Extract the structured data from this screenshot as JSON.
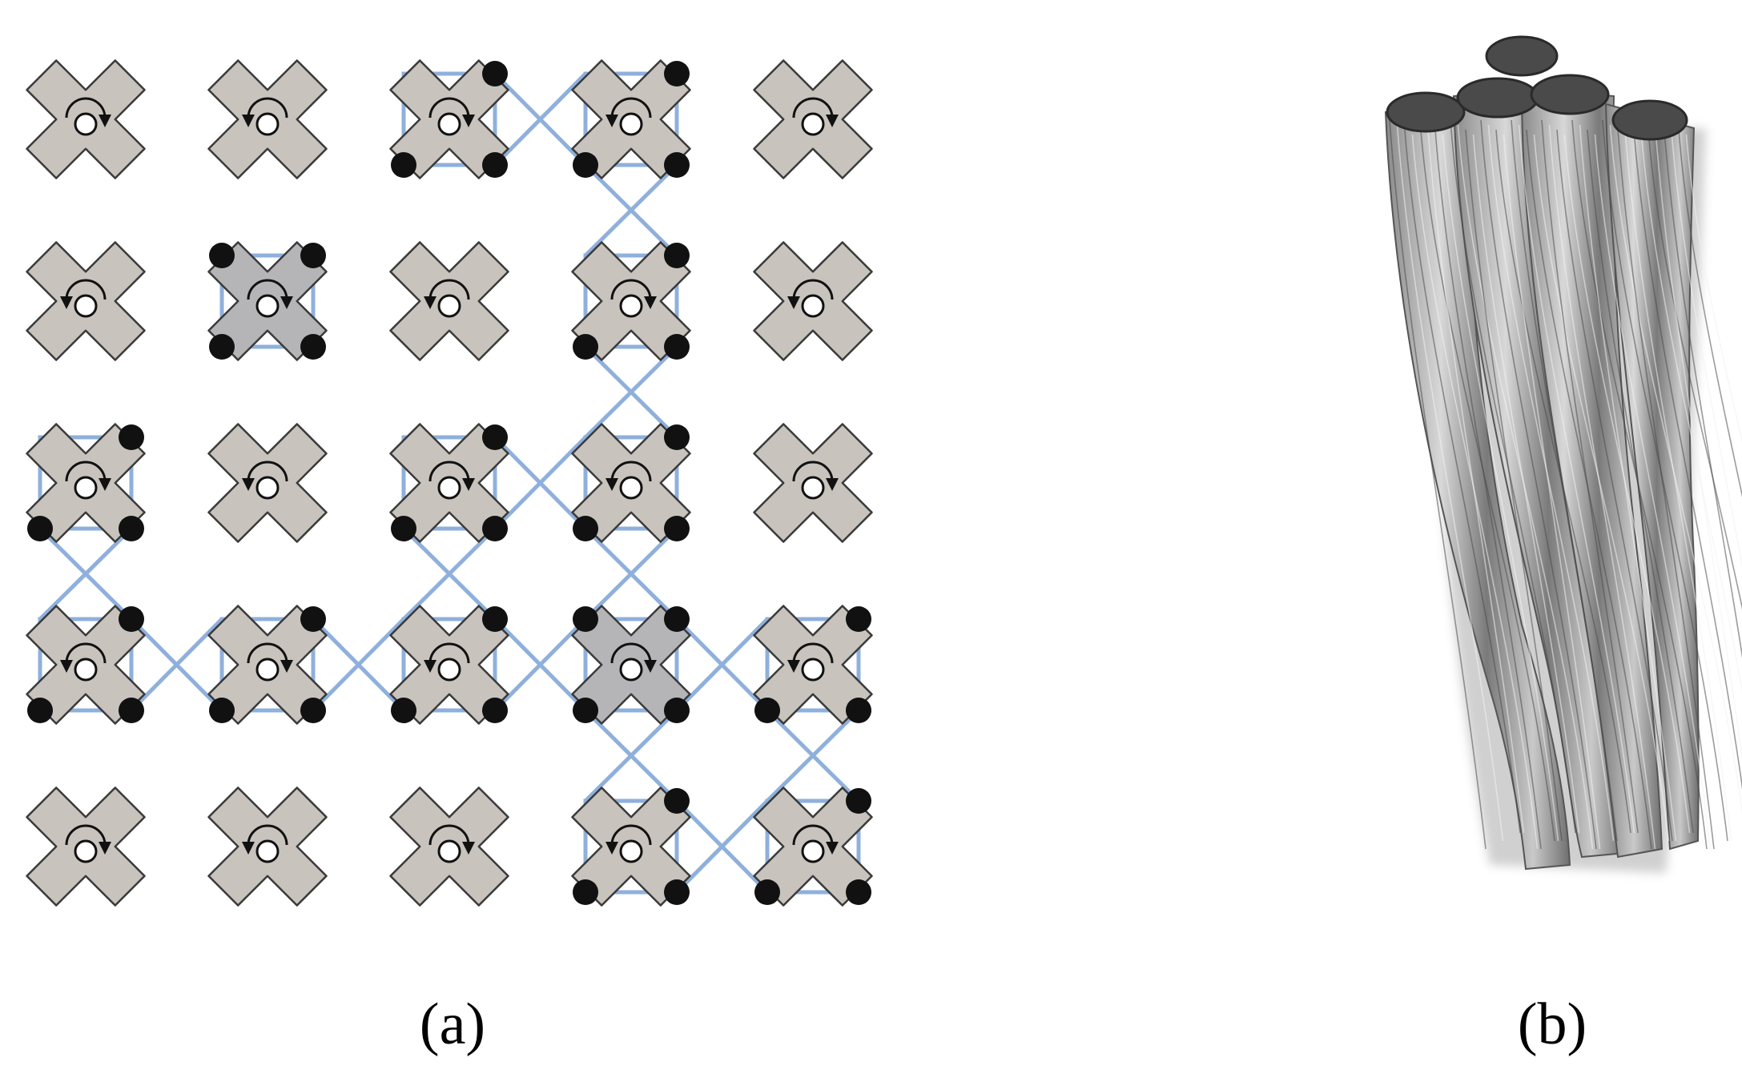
{
  "panels": {
    "a": {
      "caption": "(a)",
      "grid": {
        "rows": 5,
        "cols": 5
      },
      "rotation_directions": [
        [
          "cw",
          "ccw",
          "cw",
          "ccw",
          "cw"
        ],
        [
          "ccw",
          "cw",
          "ccw",
          "cw",
          "ccw"
        ],
        [
          "cw",
          "ccw",
          "cw",
          "ccw",
          "cw"
        ],
        [
          "ccw",
          "cw",
          "ccw",
          "cw",
          "ccw"
        ],
        [
          "cw",
          "ccw",
          "cw",
          "ccw",
          "cw"
        ]
      ],
      "highlighted_cells": [
        [
          1,
          1
        ],
        [
          3,
          3
        ]
      ],
      "linked_cells": [
        [
          0,
          2
        ],
        [
          0,
          3
        ],
        [
          1,
          1
        ],
        [
          1,
          3
        ],
        [
          2,
          0
        ],
        [
          2,
          2
        ],
        [
          2,
          3
        ],
        [
          3,
          0
        ],
        [
          3,
          1
        ],
        [
          3,
          2
        ],
        [
          3,
          3
        ],
        [
          3,
          4
        ],
        [
          4,
          3
        ],
        [
          4,
          4
        ]
      ],
      "colors": {
        "cross_fill": "#c8c3bd",
        "cross_highlight": "#b5b5b8",
        "cross_stroke": "#3a3a3a",
        "link_line": "#8fb0dc",
        "node": "#111111"
      },
      "icons": [
        "cross-unit-icon",
        "rotation-arrow-icon",
        "pivot-hole-icon",
        "joint-dot-icon"
      ]
    },
    "b": {
      "caption": "(b)",
      "image_description_icon": "twisted-fiber-bundle-icon",
      "colors": {
        "fiber_light": "#d9d9d9",
        "fiber_dark": "#5a5a5a"
      }
    }
  }
}
